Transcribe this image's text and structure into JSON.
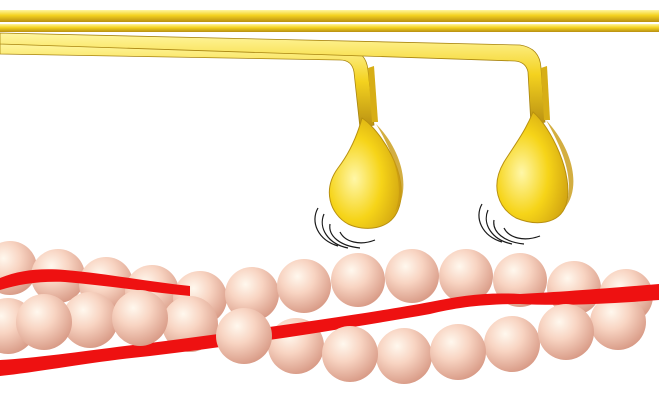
{
  "figure": {
    "kind": "myosin-actin-illustration",
    "colors": {
      "background": "#ffffff",
      "myosin": "#f4d21f",
      "myosin_shadow": "#b88f12",
      "myosin_highlight": "#fff6a0",
      "actin_bead": "#f5c8b4",
      "actin_bead_light": "#fff0e4",
      "actin_bead_shadow": "#d29a86",
      "tropomyosin": "#ee1111",
      "motion_lines": "#1a1a1a"
    },
    "parts": {
      "thick_filament": "myosin-thick-filament",
      "myosin_heads": [
        "myosin-head-1",
        "myosin-head-2"
      ],
      "actin_filament": "actin-filament",
      "tropomyosin_strands": [
        "tropomyosin-strand-upper",
        "tropomyosin-strand-lower"
      ]
    }
  }
}
